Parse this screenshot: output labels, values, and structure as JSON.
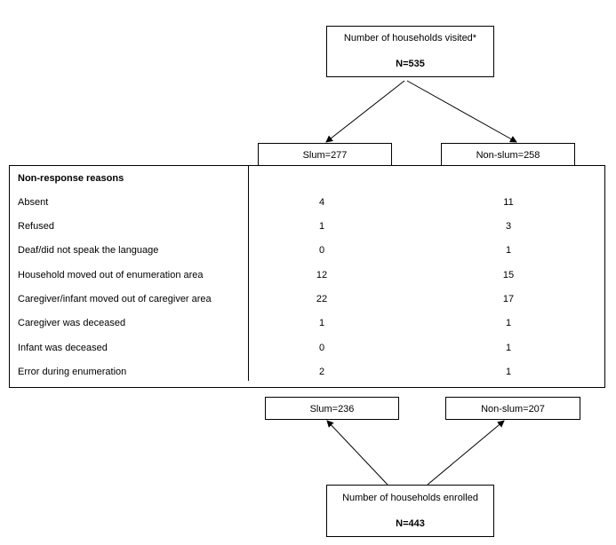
{
  "top_box": {
    "line1": "Number of households visited*",
    "line2": "N=535"
  },
  "upper_split": {
    "slum": "Slum=277",
    "non_slum": "Non-slum=258"
  },
  "table": {
    "header": "Non-response reasons",
    "rows": [
      {
        "label": "Absent",
        "slum": "4",
        "non_slum": "11"
      },
      {
        "label": "Refused",
        "slum": "1",
        "non_slum": "3"
      },
      {
        "label": "Deaf/did not speak the language",
        "slum": "0",
        "non_slum": "1"
      },
      {
        "label": "Household moved out of enumeration area",
        "slum": "12",
        "non_slum": "15"
      },
      {
        "label": "Caregiver/infant moved out of caregiver area",
        "slum": "22",
        "non_slum": "17"
      },
      {
        "label": "Caregiver was deceased",
        "slum": "1",
        "non_slum": "1"
      },
      {
        "label": "Infant was deceased",
        "slum": "0",
        "non_slum": "1"
      },
      {
        "label": "Error during enumeration",
        "slum": "2",
        "non_slum": "1"
      }
    ]
  },
  "lower_split": {
    "slum": "Slum=236",
    "non_slum": "Non-slum=207"
  },
  "bottom_box": {
    "line1": "Number of households enrolled",
    "line2": "N=443"
  }
}
